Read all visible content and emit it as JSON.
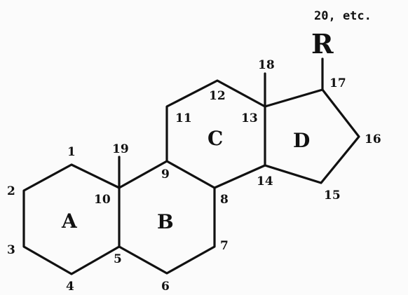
{
  "diagram": {
    "side_chain_label": "R",
    "side_chain_note": "20, etc.",
    "rings": [
      "A",
      "B",
      "C",
      "D"
    ],
    "carbons": [
      "1",
      "2",
      "3",
      "4",
      "5",
      "6",
      "7",
      "8",
      "9",
      "10",
      "11",
      "12",
      "13",
      "14",
      "15",
      "16",
      "17",
      "18",
      "19"
    ]
  }
}
